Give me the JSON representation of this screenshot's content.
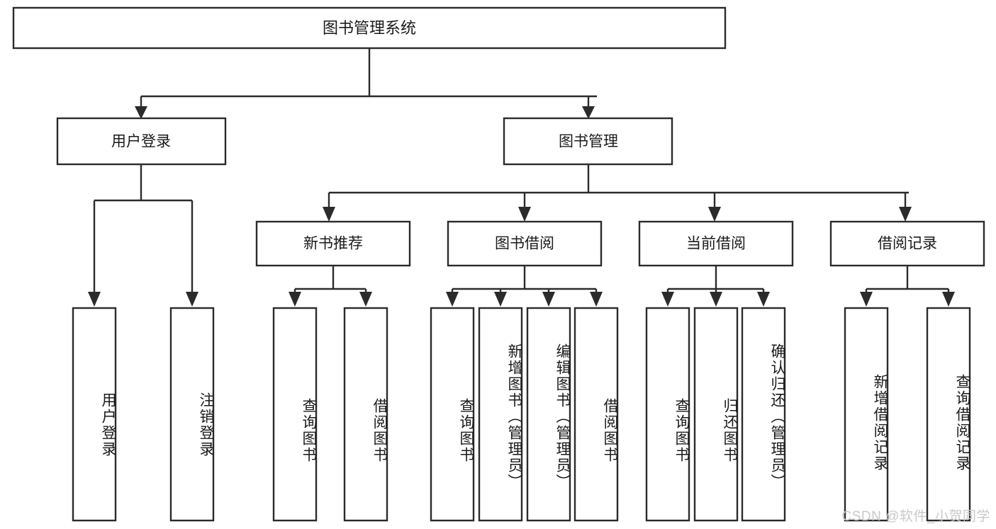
{
  "diagram": {
    "title": "图书管理系统",
    "type": "tree-hierarchy",
    "watermark": "CSDN @软件_小贺同学",
    "colors": {
      "stroke": "#2b2b2b",
      "fill": "#ffffff",
      "text": "#1a1a1a",
      "watermark": "#c9c9c9"
    },
    "root": {
      "label": "图书管理系统"
    },
    "level2": [
      {
        "label": "用户登录"
      },
      {
        "label": "图书管理"
      }
    ],
    "level3": [
      {
        "label": "新书推荐"
      },
      {
        "label": "图书借阅"
      },
      {
        "label": "当前借阅"
      },
      {
        "label": "借阅记录"
      }
    ],
    "leaves": {
      "user_login": [
        {
          "label": "用户登录"
        },
        {
          "label": "注销登录"
        }
      ],
      "new_book_recommend": [
        {
          "label": "查询图书"
        },
        {
          "label": "借阅图书"
        }
      ],
      "book_borrow": [
        {
          "label": "查询图书"
        },
        {
          "label": "新增图书（管理员）"
        },
        {
          "label": "编辑图书（管理员）"
        },
        {
          "label": "借阅图书"
        }
      ],
      "current_borrow": [
        {
          "label": "查询图书"
        },
        {
          "label": "归还图书"
        },
        {
          "label": "确认归还（管理员）"
        }
      ],
      "borrow_record": [
        {
          "label": "新增借阅记录"
        },
        {
          "label": "查询借阅记录"
        }
      ]
    }
  }
}
